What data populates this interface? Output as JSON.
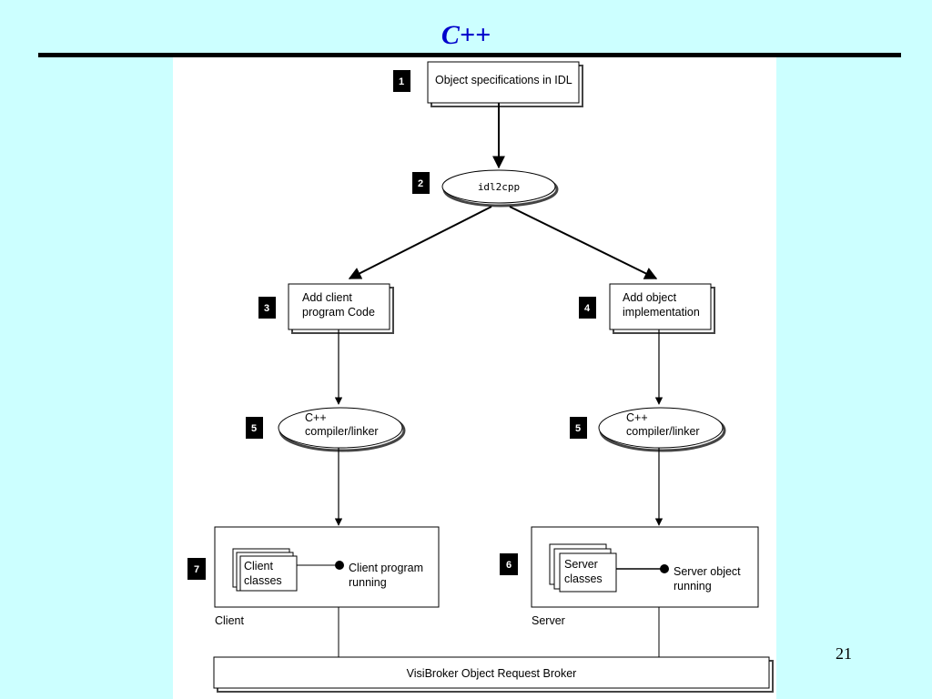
{
  "page": {
    "title": "C++",
    "page_number": "21"
  },
  "diagram": {
    "step1": {
      "num": "1",
      "label": "Object specifications in IDL"
    },
    "step2": {
      "num": "2",
      "label": "idl2cpp"
    },
    "step3": {
      "num": "3",
      "line1": "Add client",
      "line2": "program Code"
    },
    "step4": {
      "num": "4",
      "line1": "Add object",
      "line2": "implementation"
    },
    "step5_left": {
      "num": "5",
      "line1": "C++",
      "line2": "compiler/linker"
    },
    "step5_right": {
      "num": "5",
      "line1": "C++",
      "line2": "compiler/linker"
    },
    "step7": {
      "num": "7",
      "classes1": "Client",
      "classes2": "classes",
      "run1": "Client program",
      "run2": "running",
      "caption": "Client"
    },
    "step6": {
      "num": "6",
      "classes1": "Server",
      "classes2": "classes",
      "run1": "Server object",
      "run2": "running",
      "caption": "Server"
    },
    "broker": "VisiBroker Object Request Broker"
  }
}
